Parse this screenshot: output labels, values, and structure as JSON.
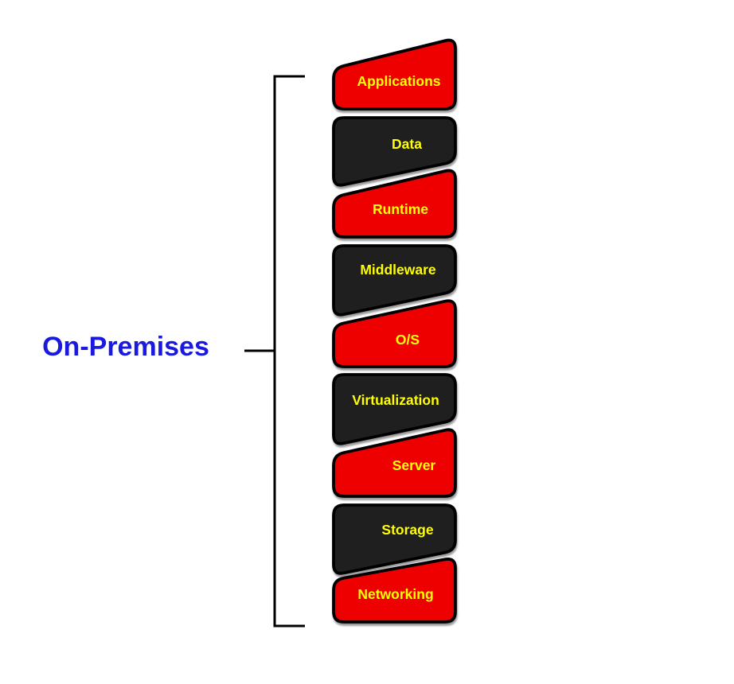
{
  "title": "On-Premises",
  "colors": {
    "red": "#EE0000",
    "black": "#1F1F1F",
    "label_blue": "#1A1ADF",
    "text_yellow": "#FFFF00",
    "line_black": "#000000"
  },
  "stack": {
    "blocks": [
      {
        "label": "Applications",
        "color": "red"
      },
      {
        "label": "Data",
        "color": "black"
      },
      {
        "label": "Runtime",
        "color": "red"
      },
      {
        "label": "Middleware",
        "color": "black"
      },
      {
        "label": "O/S",
        "color": "red"
      },
      {
        "label": "Virtualization",
        "color": "black"
      },
      {
        "label": "Server",
        "color": "red"
      },
      {
        "label": "Storage",
        "color": "black"
      },
      {
        "label": "Networking",
        "color": "red"
      }
    ]
  }
}
